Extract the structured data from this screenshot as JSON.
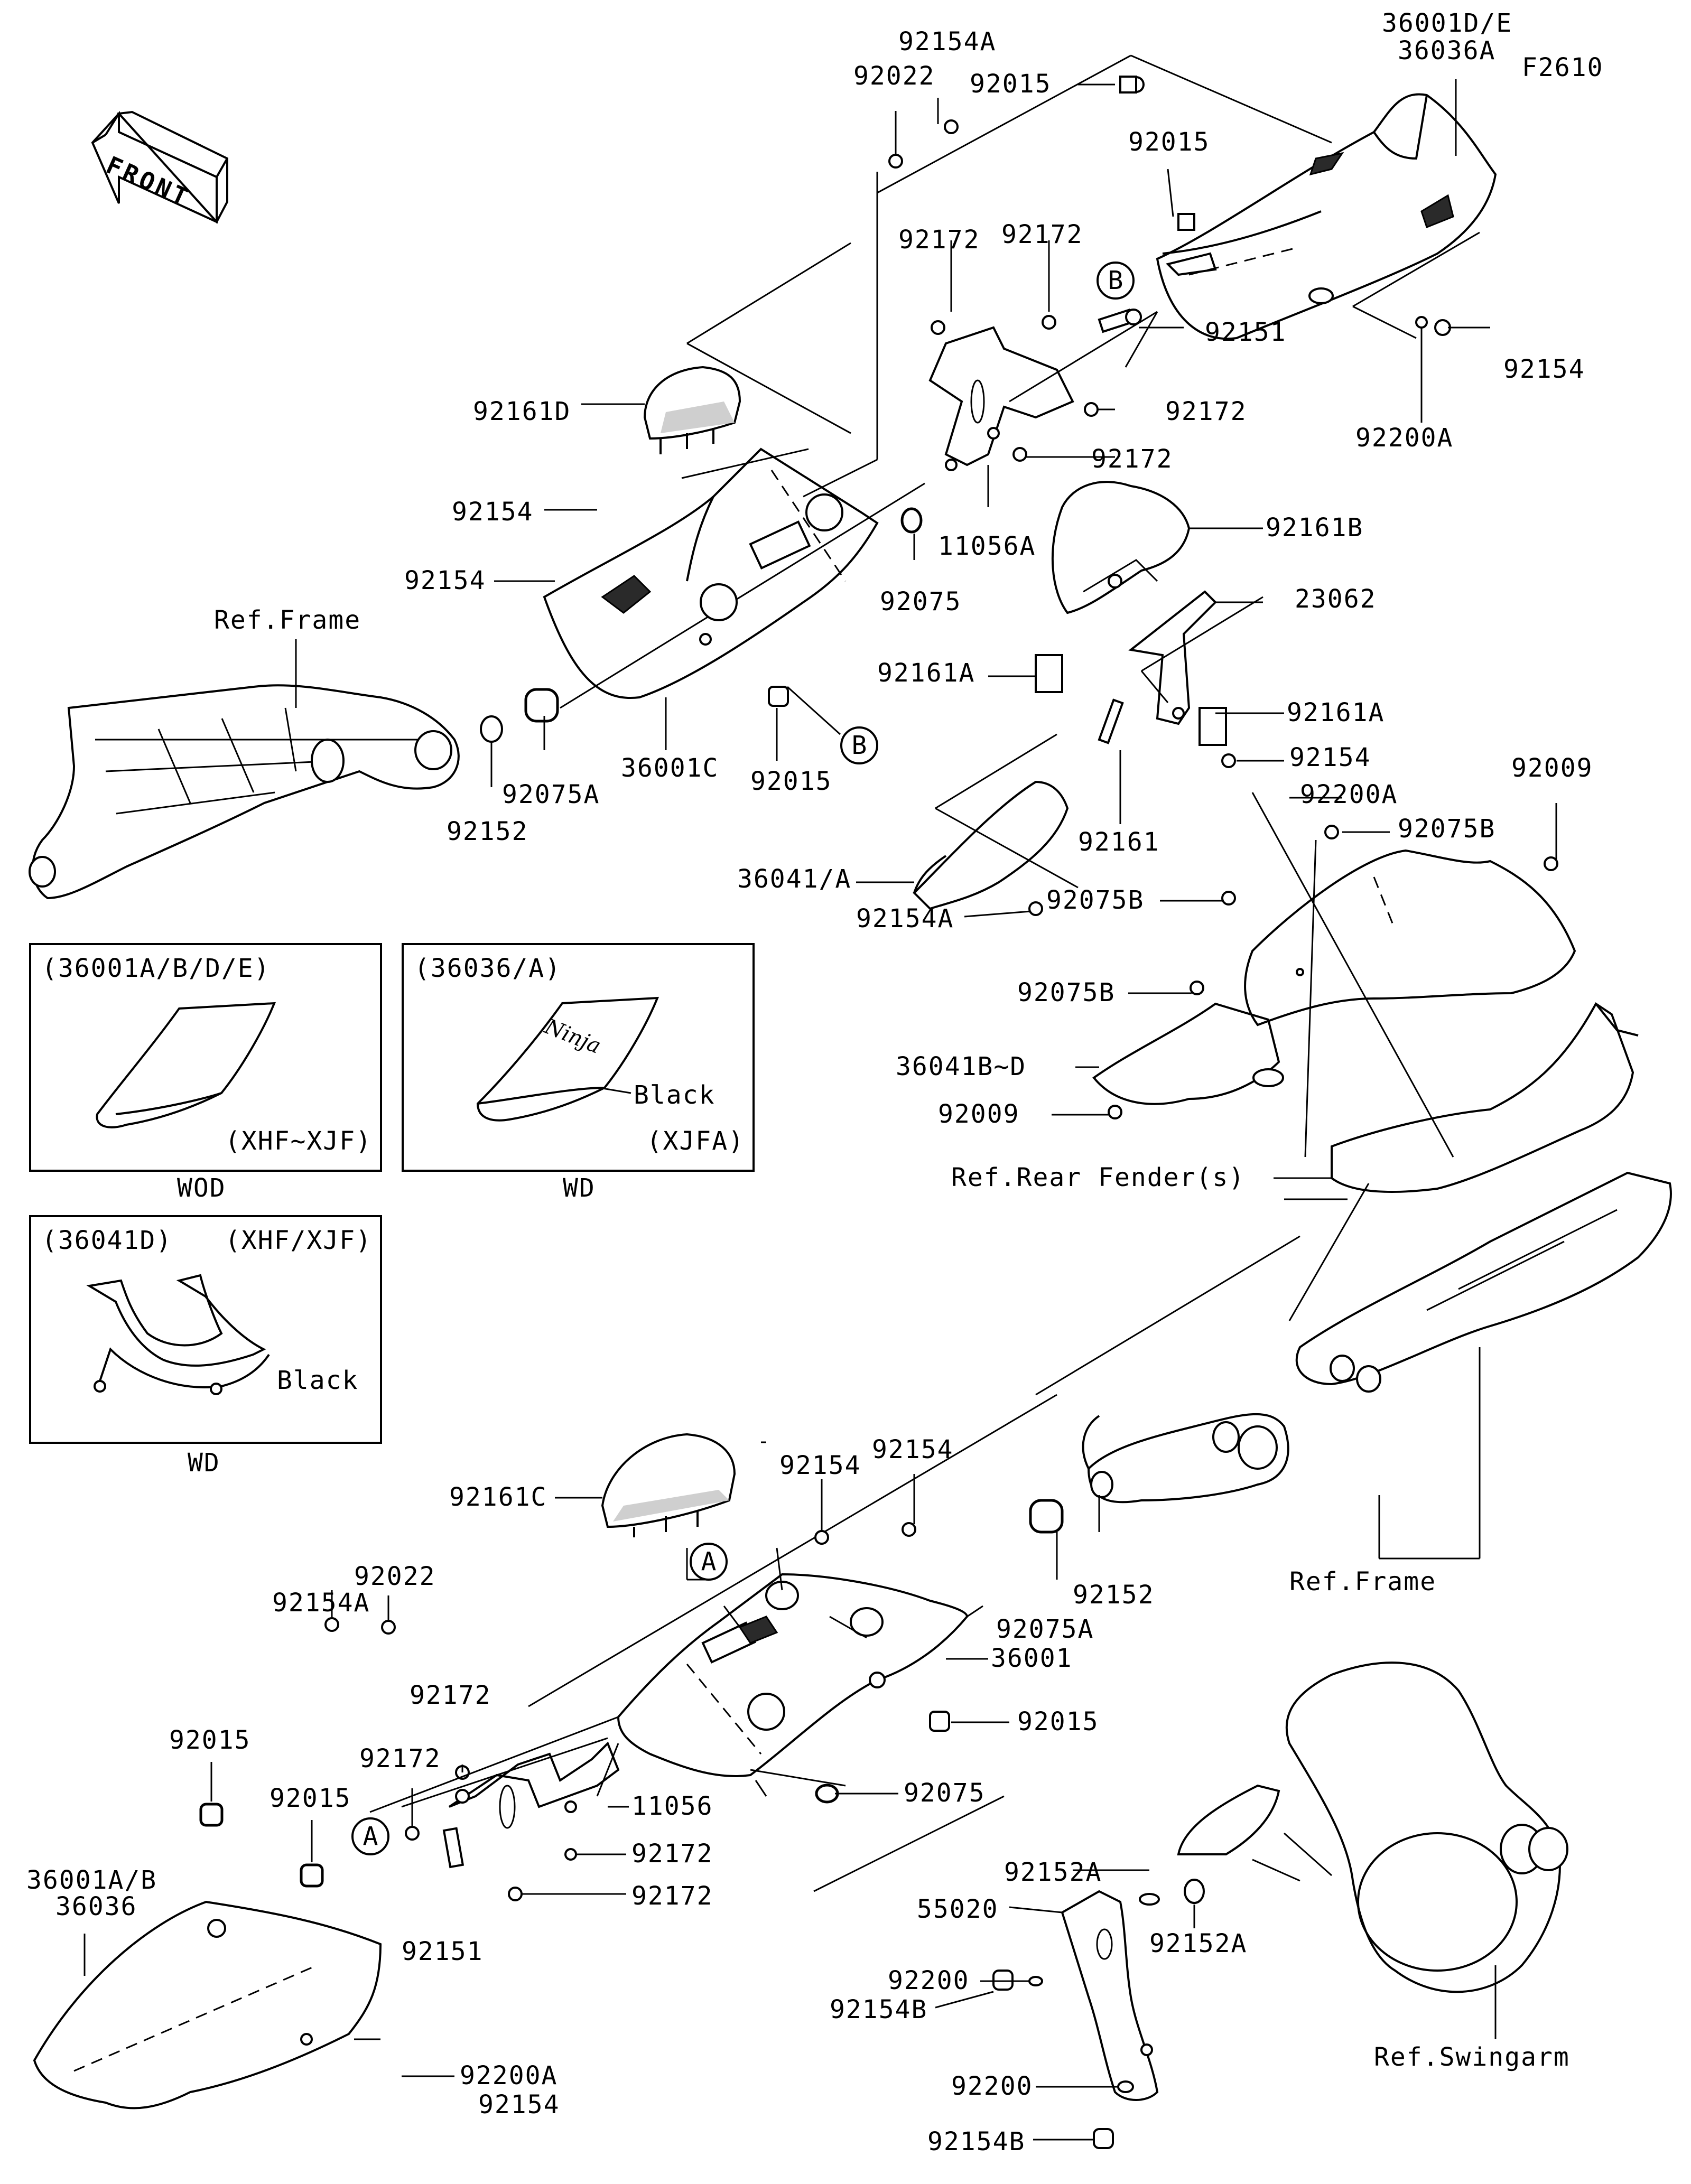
{
  "figure_code": "F2610",
  "front_arrow": "FRONT",
  "callouts": {
    "A": "A",
    "B": "B"
  },
  "labels": {
    "l1": "92154A",
    "l2": "92022",
    "l3": "92015",
    "l4": "36001D/E",
    "l5": "36036A",
    "l6": "92015",
    "l7": "92172",
    "l8": "92172",
    "l9": "92151",
    "l10": "92154",
    "l11": "92200A",
    "l12": "92172",
    "l13": "92172",
    "l14": "92161D",
    "l15": "92154",
    "l16": "92154",
    "l17": "11056A",
    "l18": "92161B",
    "l19": "92075",
    "l20": "23062",
    "l21": "Ref.Frame",
    "l22": "92161A",
    "l23": "92161A",
    "l24": "92154",
    "l25": "92009",
    "l26": "92200A",
    "l27": "92075A",
    "l28": "36001C",
    "l29": "92015",
    "l30": "92152",
    "l31": "92161",
    "l32": "92075B",
    "l33": "36041/A",
    "l34": "92154A",
    "l35": "92075B",
    "l36": "92075B",
    "l37": "36041B~D",
    "l38": "92009",
    "l39": "Ref.Rear Fender(s)",
    "l40": "92161C",
    "l41": "92154",
    "l42": "92154",
    "l43": "92022",
    "l44": "92154A",
    "l45": "92152",
    "l46": "92075A",
    "l47": "Ref.Frame",
    "l48": "36001",
    "l49": "92172",
    "l50": "92172",
    "l51": "92015",
    "l52": "92015",
    "l53": "92015",
    "l54": "11056",
    "l55": "92075",
    "l56": "36001A/B",
    "l57": "36036",
    "l58": "92172",
    "l59": "92172",
    "l60": "92151",
    "l61": "92152A",
    "l62": "55020",
    "l63": "92200",
    "l64": "92152A",
    "l65": "92154B",
    "l66": "92200A",
    "l67": "92154",
    "l68": "Ref.Swingarm",
    "l69": "92200",
    "l70": "92154B"
  },
  "inset_boxes": [
    {
      "title": "(36001A/B/D/E)",
      "variant": "(XHF~XJF)",
      "caption": "WOD",
      "note": ""
    },
    {
      "title": "(36036/A)",
      "variant": "(XJFA)",
      "caption": "WD",
      "note": "Black",
      "logo": "Ninja"
    },
    {
      "title": "(36041D)",
      "variant": "(XHF/XJF)",
      "caption": "WD",
      "note": "Black"
    }
  ],
  "icons": {
    "front": "front-arrow-icon"
  }
}
